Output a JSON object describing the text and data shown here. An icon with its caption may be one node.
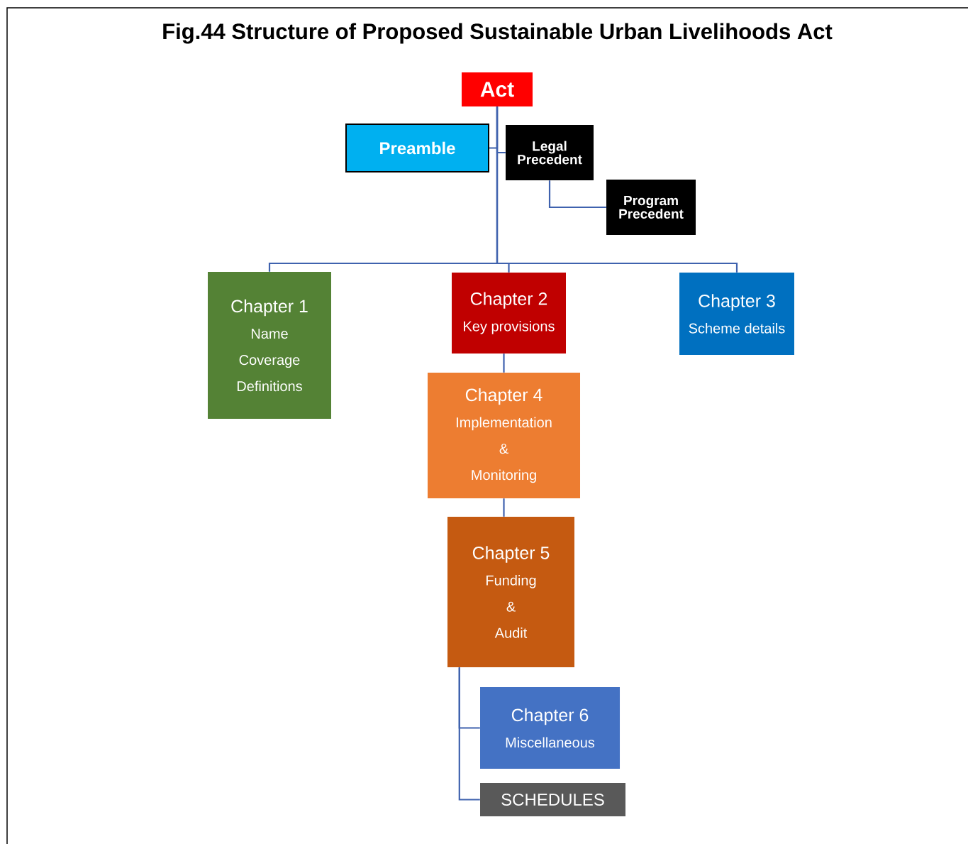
{
  "diagram": {
    "title": "Fig.44 Structure of Proposed Sustainable Urban Livelihoods Act",
    "nodes": [
      {
        "text": [
          "Act"
        ]
      },
      {
        "text": [
          "Preamble"
        ]
      },
      {
        "text": [
          "Legal Precedent"
        ]
      },
      {
        "text": [
          "Program Precedent"
        ]
      },
      {
        "text": [
          "Chapter 1",
          "Name",
          "Coverage",
          "Definitions"
        ]
      },
      {
        "text": [
          "Chapter 2",
          "Key provisions"
        ]
      },
      {
        "text": [
          "Chapter 3",
          "Scheme details"
        ]
      },
      {
        "text": [
          "Chapter 4",
          "Implementation",
          "&",
          "Monitoring"
        ]
      },
      {
        "text": [
          "Chapter 5",
          "Funding",
          "&",
          "Audit"
        ]
      },
      {
        "text": [
          "Chapter 6",
          "Miscellaneous"
        ]
      },
      {
        "text": [
          "SCHEDULES"
        ]
      }
    ],
    "edges": [
      {
        "from": 0,
        "to": 1,
        "arrow": "none"
      },
      {
        "from": 0,
        "to": 2,
        "arrow": "none"
      },
      {
        "from": 2,
        "to": 3,
        "arrow": "none"
      },
      {
        "from": 0,
        "to": 4,
        "arrow": "none"
      },
      {
        "from": 0,
        "to": 5,
        "arrow": "none"
      },
      {
        "from": 0,
        "to": 6,
        "arrow": "none"
      },
      {
        "from": 5,
        "to": 7,
        "arrow": "none"
      },
      {
        "from": 7,
        "to": 8,
        "arrow": "none"
      },
      {
        "from": 8,
        "to": 9,
        "arrow": "none"
      },
      {
        "from": 8,
        "to": 10,
        "arrow": "none"
      }
    ]
  }
}
